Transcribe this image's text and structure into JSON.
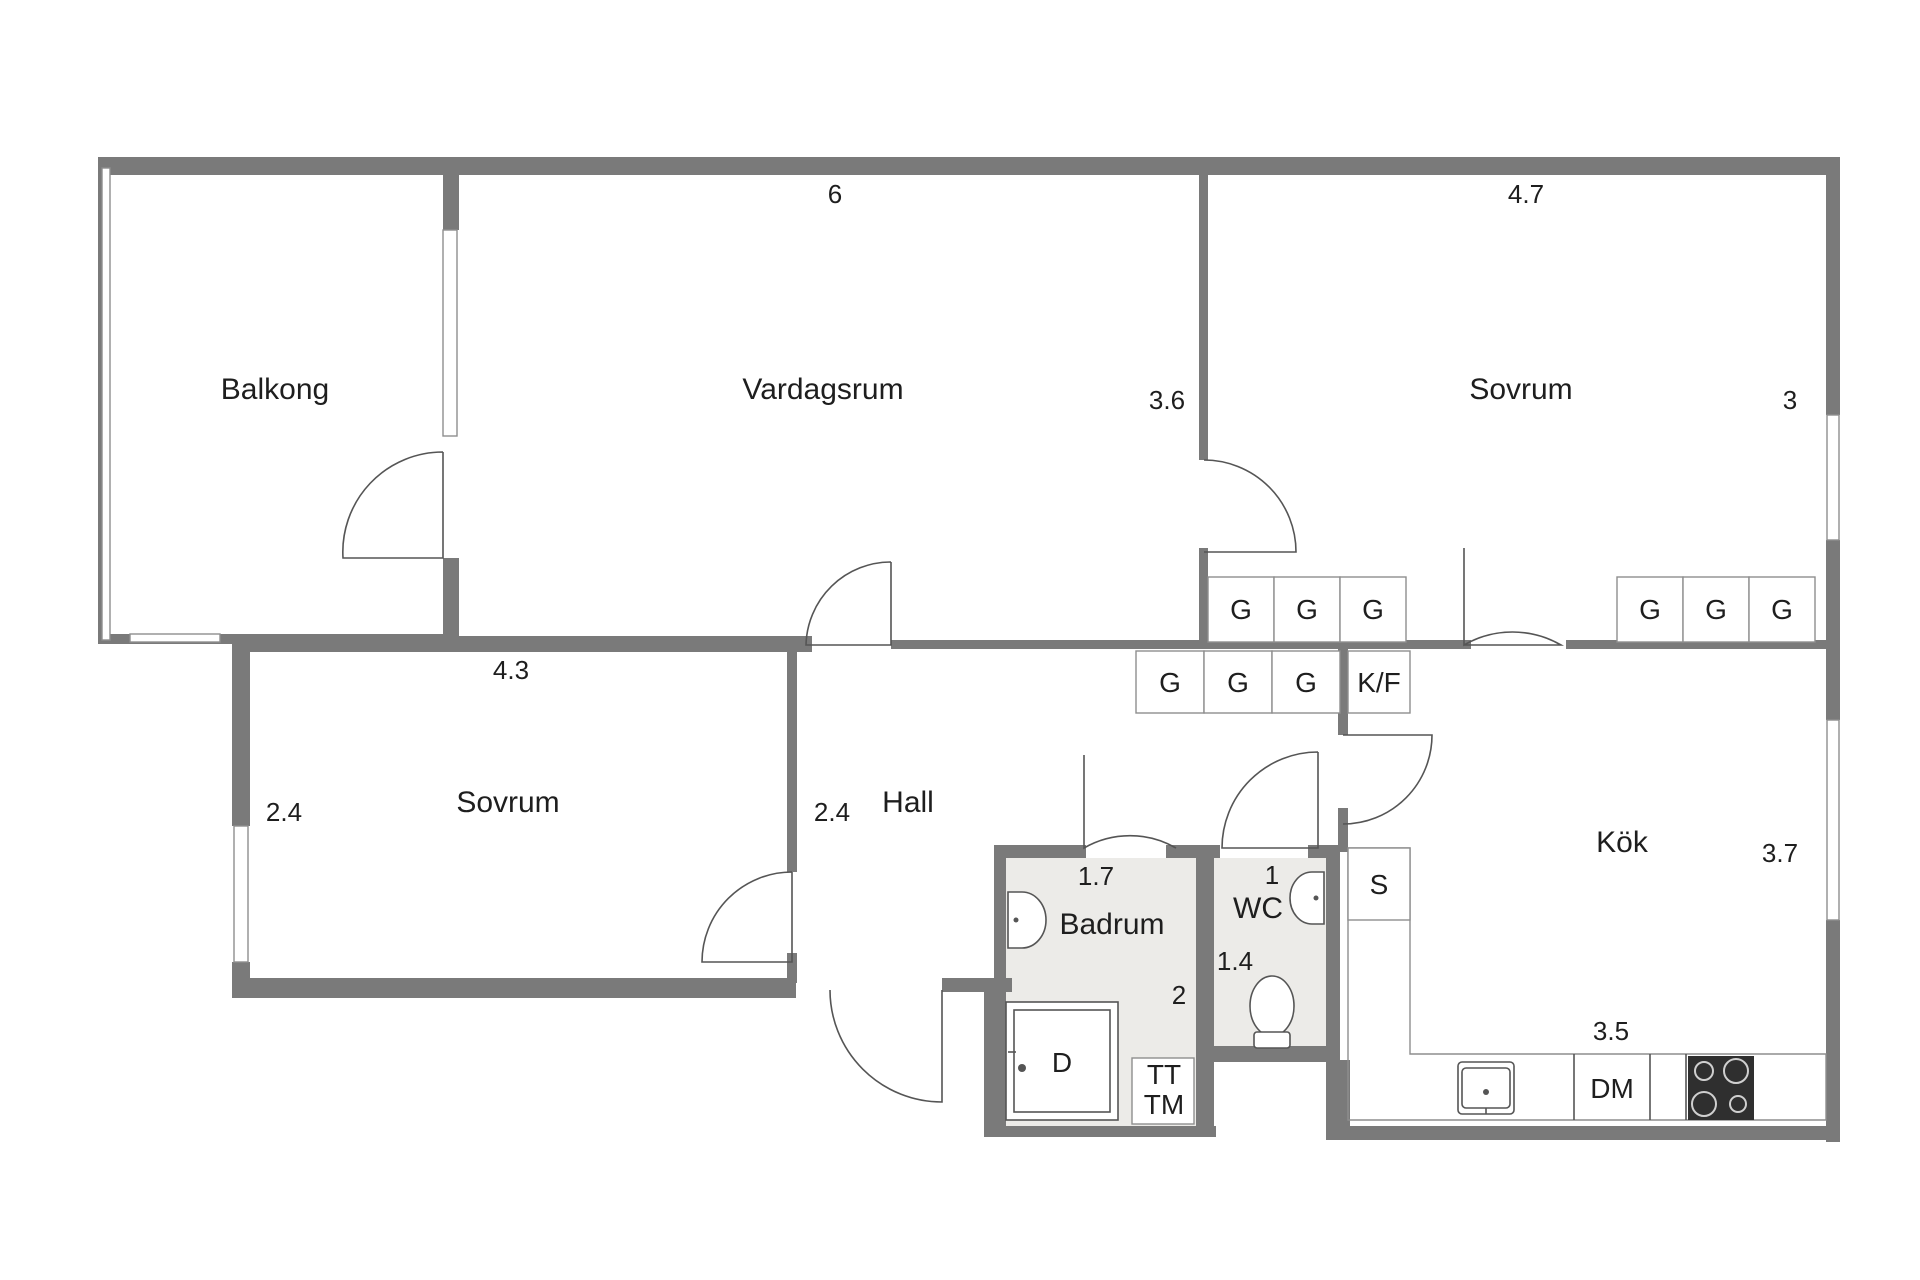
{
  "rooms": {
    "balkong": "Balkong",
    "vardagsrum": "Vardagsrum",
    "sovrum_top": "Sovrum",
    "sovrum_left": "Sovrum",
    "hall": "Hall",
    "badrum": "Badrum",
    "wc": "WC",
    "kok": "Kök"
  },
  "dimensions": {
    "vardagsrum_w": "6",
    "vardagsrum_h": "3.6",
    "sovrum_top_w": "4.7",
    "sovrum_top_h": "3",
    "sovrum_left_w": "4.3",
    "sovrum_left_h": "2.4",
    "hall_h": "2.4",
    "badrum_w": "1.7",
    "badrum_h": "2",
    "wc_w": "1",
    "wc_h": "1.4",
    "kok_h": "3.7",
    "kok_w": "3.5"
  },
  "fixtures": {
    "wardrobe": "G",
    "fridge_freezer": "K/F",
    "shower": "D",
    "washer": "TT",
    "dryer": "TM",
    "cabinet": "S",
    "dishwasher": "DM"
  },
  "colors": {
    "wall": "#7a7a7a",
    "wet_room_floor": "#ecebe8",
    "background": "#ffffff"
  }
}
